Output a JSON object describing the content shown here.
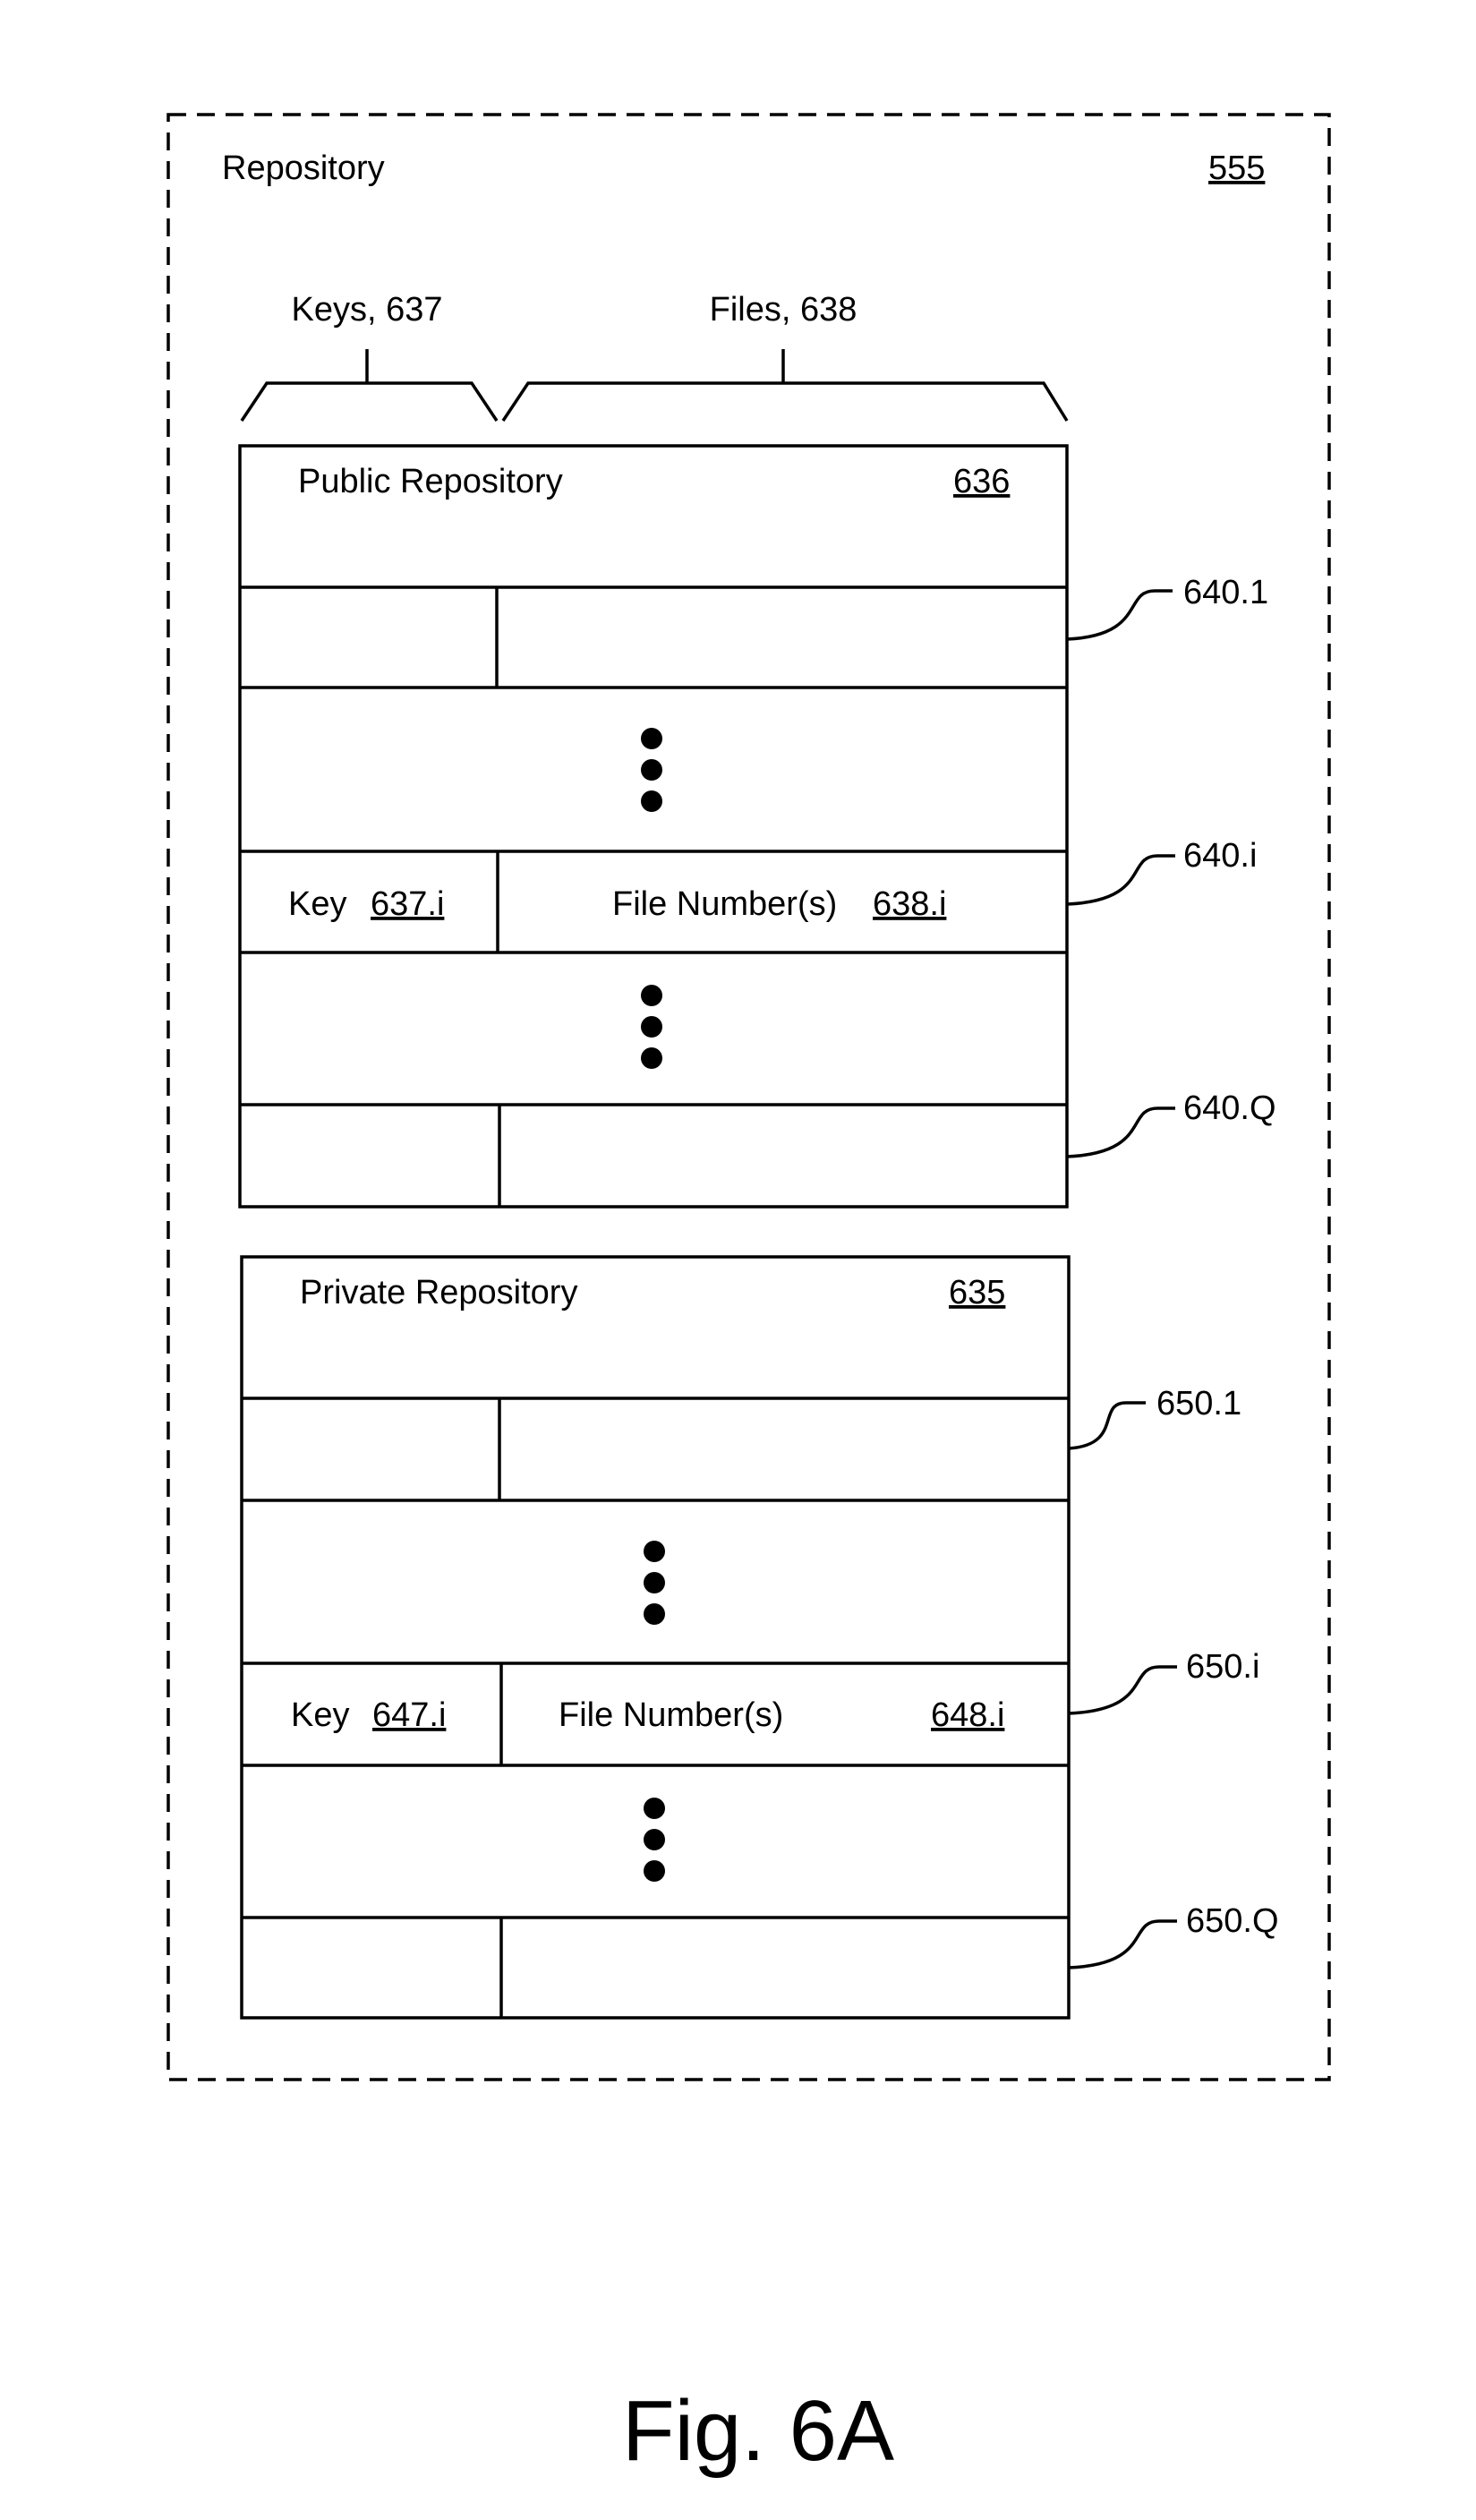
{
  "repository": {
    "title": "Repository",
    "ref": "555"
  },
  "headers": {
    "keys": "Keys, 637",
    "files": "Files, 638"
  },
  "public_repo": {
    "title": "Public Repository",
    "ref": "636",
    "row_first_ref": "640.1",
    "row_i_ref": "640.i",
    "row_last_ref": "640.Q",
    "key_label": "Key",
    "key_ref": "637.i",
    "file_label": "File Number(s)",
    "file_ref": "638.i"
  },
  "private_repo": {
    "title": "Private Repository",
    "ref": "635",
    "row_first_ref": "650.1",
    "row_i_ref": "650.i",
    "row_last_ref": "650.Q",
    "key_label": "Key",
    "key_ref": "647.i",
    "file_label": "File Number(s)",
    "file_ref": "648.i"
  },
  "figure_label": "Fig. 6A",
  "colors": {
    "ink": "#000000",
    "background": "#ffffff"
  }
}
